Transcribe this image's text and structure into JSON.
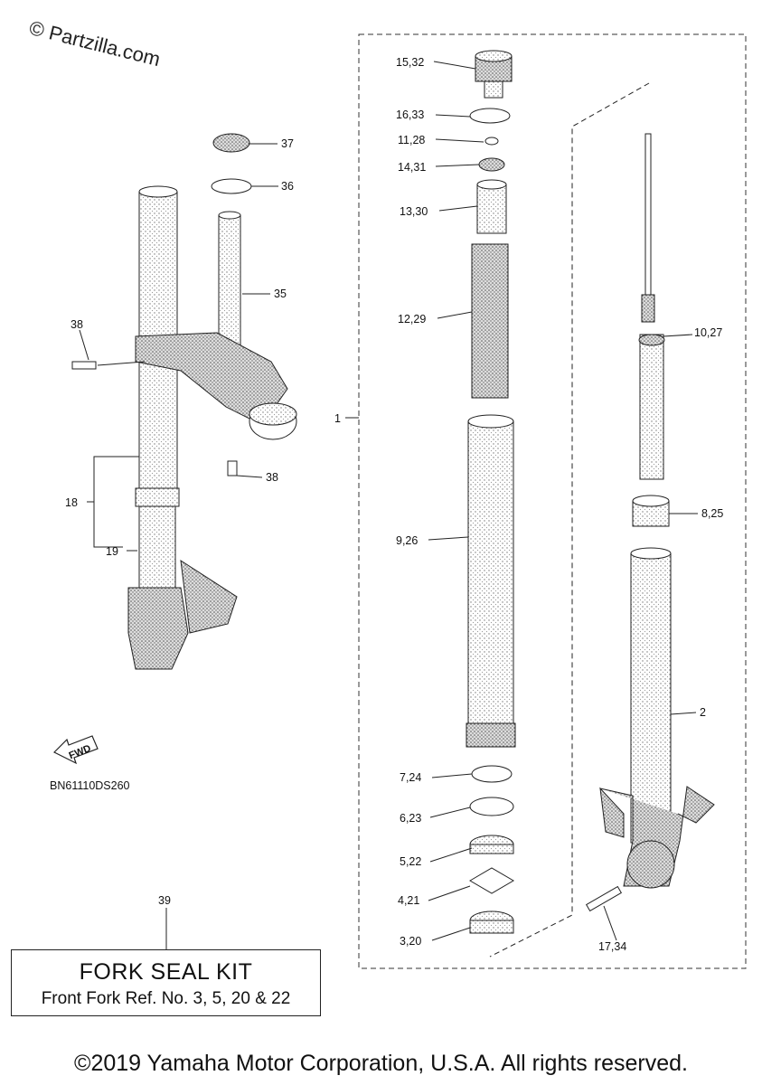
{
  "watermark": "© Partzilla.com",
  "diagram_code": "BN61110DS260",
  "fwd_label": "FWD",
  "kit": {
    "ref_number": "39",
    "title": "FORK SEAL KIT",
    "subtitle": "Front Fork Ref. No. 3, 5, 20 & 22"
  },
  "copyright": "©2019 Yamaha Motor Corporation, U.S.A. All rights reserved.",
  "callouts": {
    "c1": "1",
    "c2": "2",
    "c3_20": "3,20",
    "c4_21": "4,21",
    "c5_22": "5,22",
    "c6_23": "6,23",
    "c7_24": "7,24",
    "c8_25": "8,25",
    "c9_26": "9,26",
    "c10_27": "10,27",
    "c11_28": "11,28",
    "c12_29": "12,29",
    "c13_30": "13,30",
    "c14_31": "14,31",
    "c15_32": "15,32",
    "c16_33": "16,33",
    "c17_34": "17,34",
    "c18": "18",
    "c19": "19",
    "c35": "35",
    "c36": "36",
    "c37": "37",
    "c38a": "38",
    "c38b": "38"
  }
}
